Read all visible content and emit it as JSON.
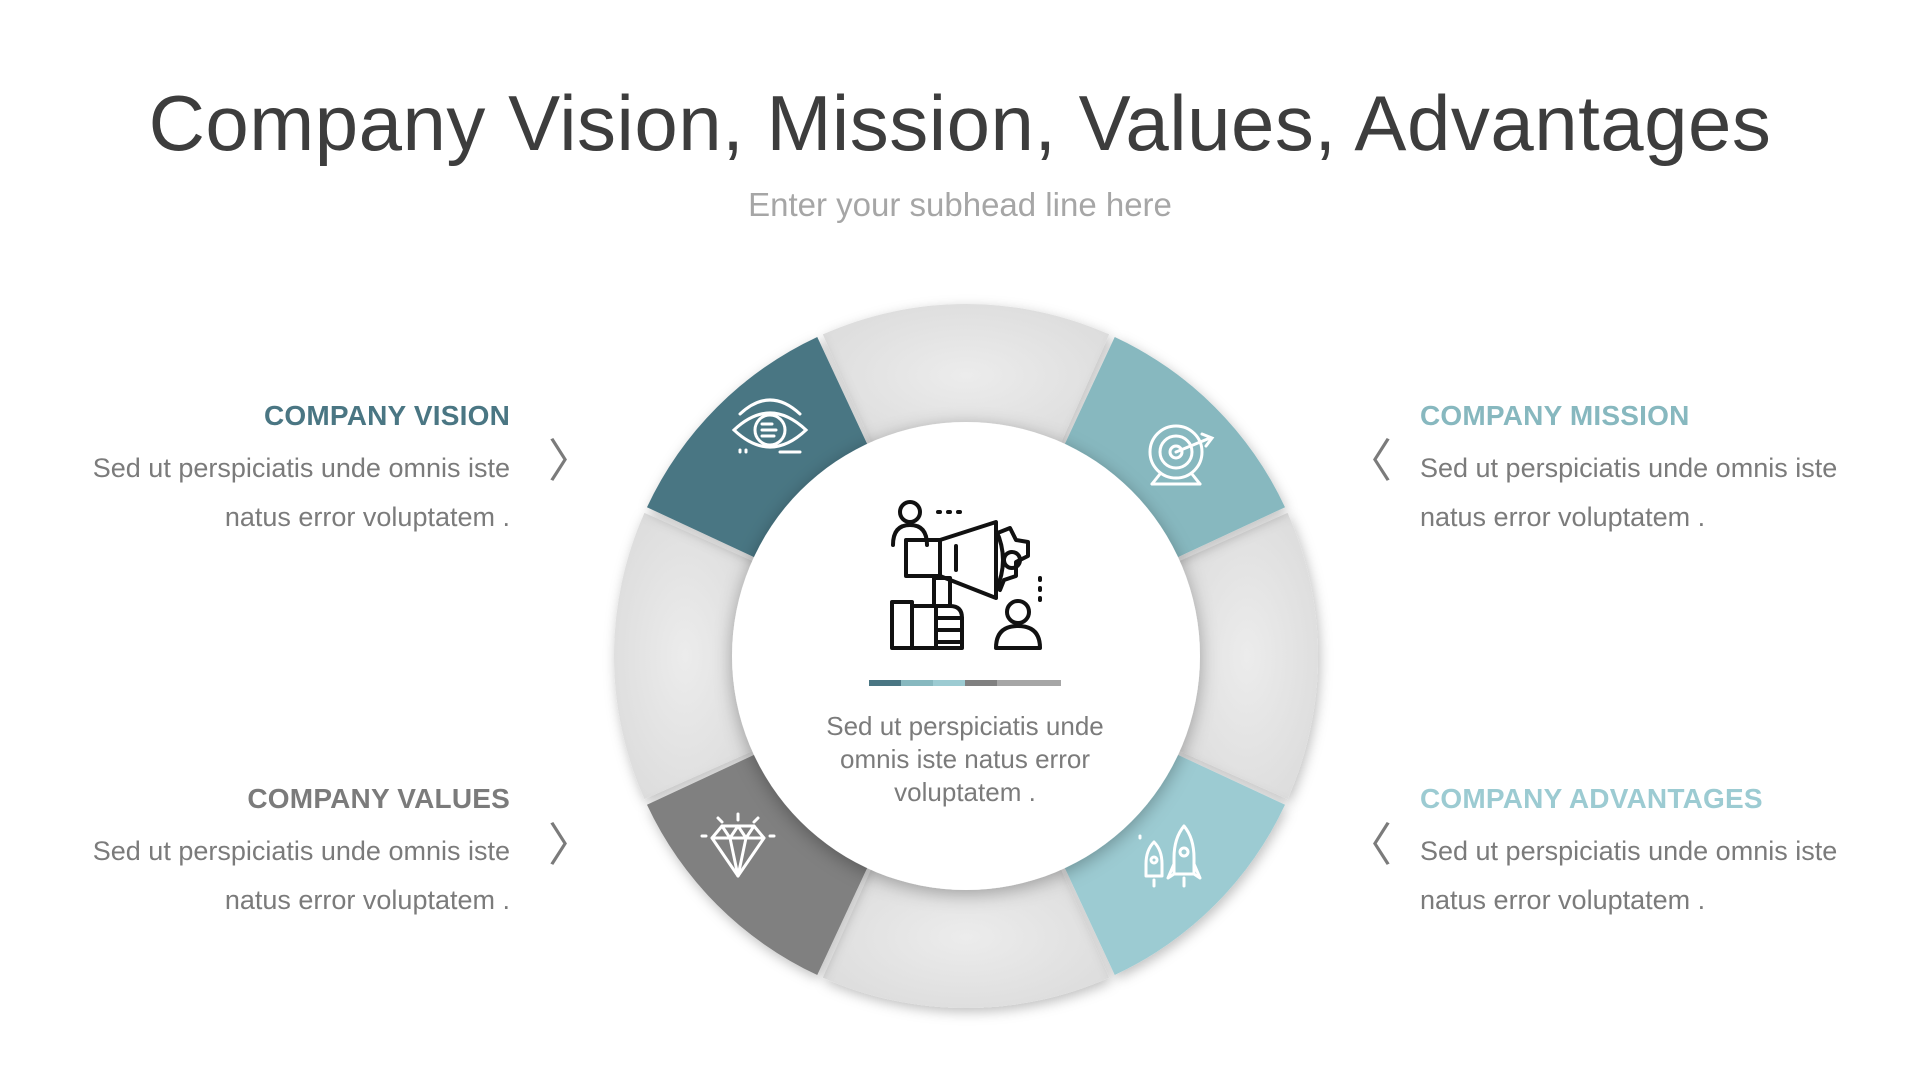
{
  "title": "Company Vision, Mission, Values, Advantages",
  "subtitle": "Enter your subhead line here",
  "center": {
    "icon": "megaphone-hand-icon",
    "text": "Sed ut perspiciatis unde omnis iste natus error voluptatem ."
  },
  "items": {
    "vision": {
      "heading": "COMPANY VISION",
      "body": "Sed ut perspiciatis unde omnis iste natus error voluptatem .",
      "icon": "eye-icon",
      "color": "#4a7683"
    },
    "mission": {
      "heading": "COMPANY MISSION",
      "body": "Sed ut perspiciatis unde omnis iste natus error voluptatem .",
      "icon": "target-icon",
      "color": "#87b8bf"
    },
    "values": {
      "heading": "COMPANY VALUES",
      "body": "Sed ut perspiciatis unde omnis iste natus error voluptatem .",
      "icon": "diamond-icon",
      "color": "#808080"
    },
    "advantages": {
      "heading": "COMPANY ADVANTAGES",
      "body": "Sed ut perspiciatis unde omnis iste natus error voluptatem .",
      "icon": "rockets-icon",
      "color": "#9ccbd2"
    }
  },
  "chevrons": {
    "left": "〉",
    "right": "〈"
  },
  "colors": {
    "title": "#3d3d3d",
    "subtitle": "#a6a6a6",
    "body_text": "#7b7b7b",
    "neutral_segment": "#e6e6e6"
  }
}
